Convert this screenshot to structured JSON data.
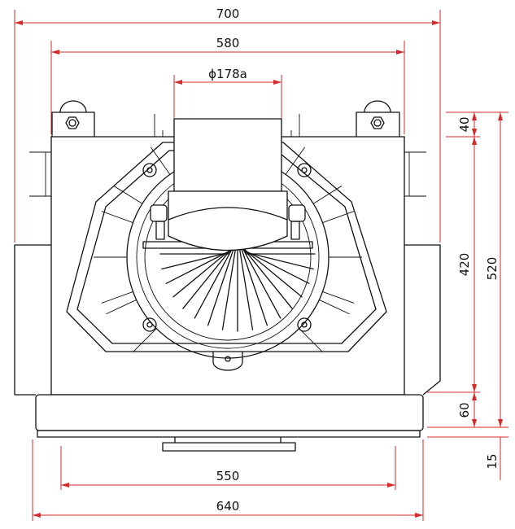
{
  "dimensions": {
    "overall_width": "700",
    "housing_width": "580",
    "outlet_diameter": "ϕ178a",
    "rail_span": "550",
    "base_width": "640",
    "top_offset": "40",
    "body_height": "420",
    "total_height": "520",
    "base_height": "60",
    "foot_height": "15"
  },
  "colors": {
    "dimension_lines": "#d42a2a",
    "object_lines": "#111111"
  }
}
